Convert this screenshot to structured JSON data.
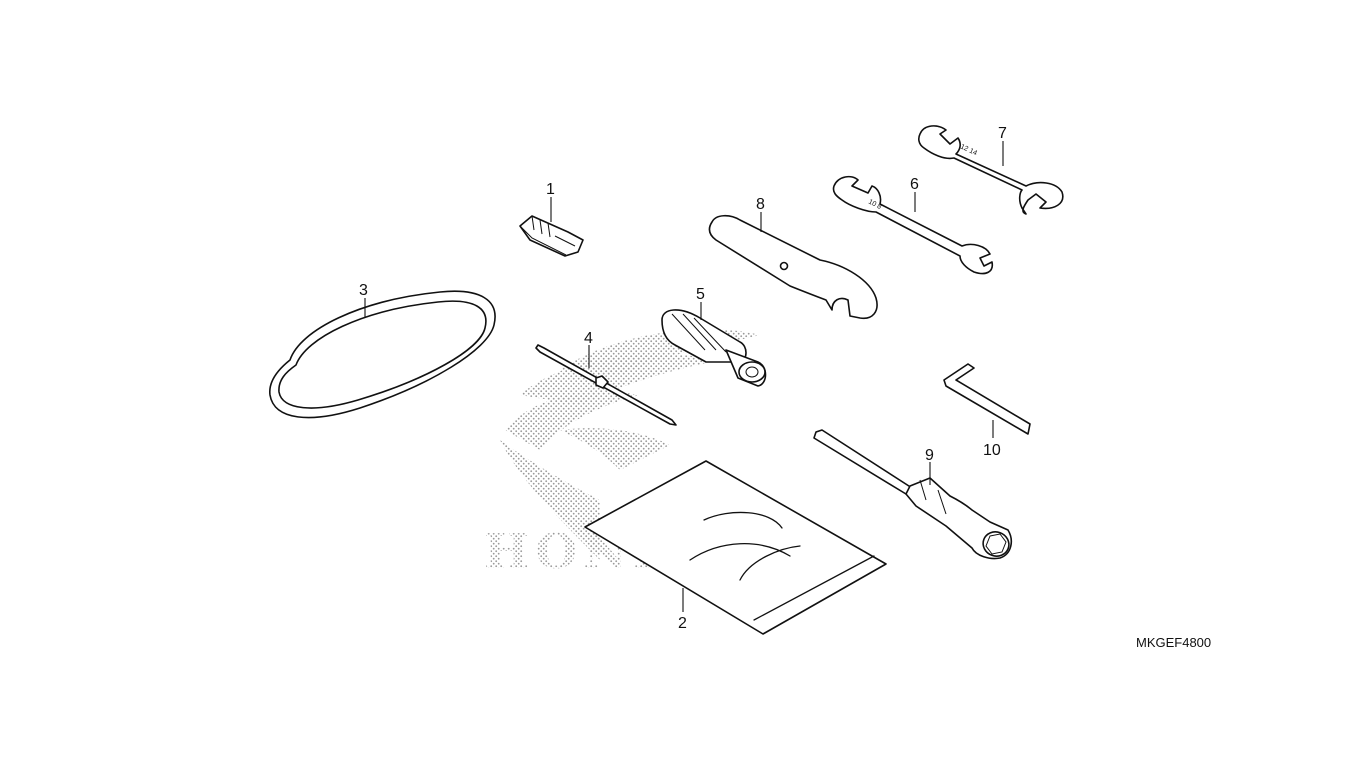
{
  "parts": [
    {
      "ref": "1"
    },
    {
      "ref": "2"
    },
    {
      "ref": "3"
    },
    {
      "ref": "4"
    },
    {
      "ref": "5"
    },
    {
      "ref": "6"
    },
    {
      "ref": "7"
    },
    {
      "ref": "8"
    },
    {
      "ref": "9"
    },
    {
      "ref": "10"
    }
  ],
  "watermark_text": "HONDA",
  "wrench6_marks": "10   8",
  "wrench7_marks": "12   14",
  "diagram_code": "MKGEF4800"
}
